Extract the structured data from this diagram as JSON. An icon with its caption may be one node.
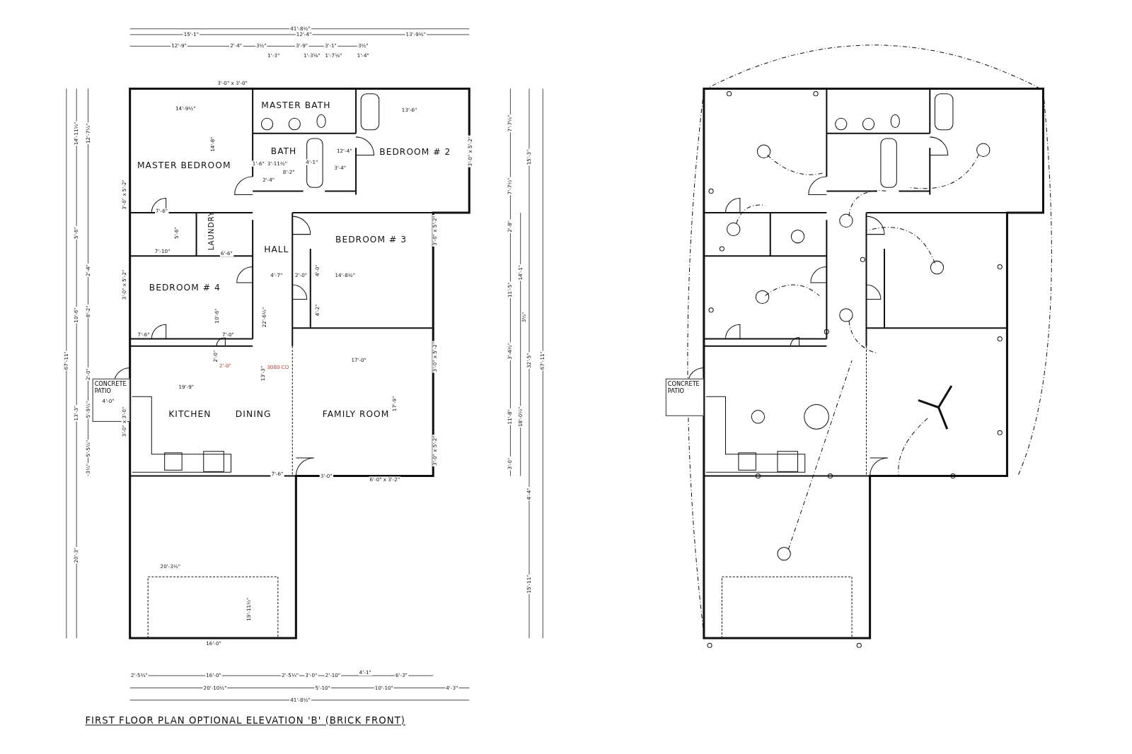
{
  "diagram": {
    "caption": "FIRST FLOOR PLAN OPTIONAL ELEVATION 'B' (BRICK FRONT)",
    "nodes": [
      {
        "text": [
          "MASTER BATH"
        ]
      },
      {
        "text": [
          "BATH"
        ]
      },
      {
        "text": [
          "BEDROOM # 2"
        ]
      },
      {
        "text": [
          "MASTER BEDROOM"
        ]
      },
      {
        "text": [
          "LAUNDRY"
        ]
      },
      {
        "text": [
          "BEDROOM # 3"
        ]
      },
      {
        "text": [
          "HALL"
        ]
      },
      {
        "text": [
          "BEDROOM # 4"
        ]
      },
      {
        "text": [
          "CONCRETE PATIO"
        ]
      },
      {
        "text": [
          "KITCHEN"
        ]
      },
      {
        "text": [
          "DINING"
        ]
      },
      {
        "text": [
          "FAMILY ROOM"
        ]
      },
      {
        "text": [
          "CONCRETE PATIO"
        ]
      }
    ],
    "labels": [
      "41'-8½\"",
      "15'-1\"",
      "12'-4\"",
      "13'-9½\"",
      "12'-9\"",
      "2'-4\"",
      "3½\"",
      "3'-9\"",
      "3'-1\"",
      "3½\"",
      "1'-3\"",
      "1'-3⅝\"",
      "1'-7⅝\"",
      "1'-4\"",
      "3'-0\" x 3'-0\"",
      "14'-9½\"",
      "13'-6\"",
      "14'-8\"",
      "14'-11½\"",
      "12'-7½\"",
      "7'-7½\"",
      "15'-3\"",
      "3'-0\" x 5'-2\"",
      "12'-4\"",
      "1'-6\"",
      "3'-11½\"",
      "4'-1\"",
      "3'-4\"",
      "8'-2\"",
      "2'-4\"",
      "7'-7½\"",
      "3'-0\" x 5'-2\"",
      "7'-6\"",
      "2'-8\"",
      "5'-6\"",
      "5'-6\"",
      "3'-0\" x 5'-2\"",
      "7'-10\"",
      "6'-6\"",
      "2'-4\"",
      "14'-1\"",
      "4'-7\"",
      "2'-0\"",
      "4'-0\"",
      "14'-8½\"",
      "3'-0\" x 5'-2\"",
      "11'-5\"",
      "10'-6\"",
      "8'-2\"",
      "10'-6\"",
      "22'-6½\"",
      "4'-2\"",
      "3½\"",
      "7'-6\"",
      "7'-0\"",
      "3'-4½\"",
      "2'-0\"",
      "17'-0\"",
      "67'-11\"",
      "32'-5\"",
      "67'-11\"",
      "3'-0\" x 5'-2\"",
      "2'-0\"",
      "3080 CO",
      "2'-0\"",
      "13'-3\"",
      "19'-9\"",
      "13'-3\"",
      "5'-9½\"",
      "4'-0\"",
      "17'-9\"",
      "11'-8\"",
      "18'-0½\"",
      "3'-0\" x 3'-0\"",
      "5'-5½\"",
      "3'-0\" x 5'-2\"",
      "3'-0\"",
      "3½\"",
      "7'-6\"",
      "3'-0\"",
      "6'-0\" x 3'-2\"",
      "4'-4\"",
      "20'-3\"",
      "20'-3½\"",
      "15'-11\"",
      "19'-11½\"",
      "16'-0\"",
      "2'-5¼\"",
      "16'-0\"",
      "2'-5¼\"",
      "3'-0\"",
      "2'-10\"",
      "4'-1\"",
      "6'-3\"",
      "20'-10½\"",
      "5'-10\"",
      "10'-10\"",
      "4'-3\"",
      "41'-8½\""
    ]
  }
}
